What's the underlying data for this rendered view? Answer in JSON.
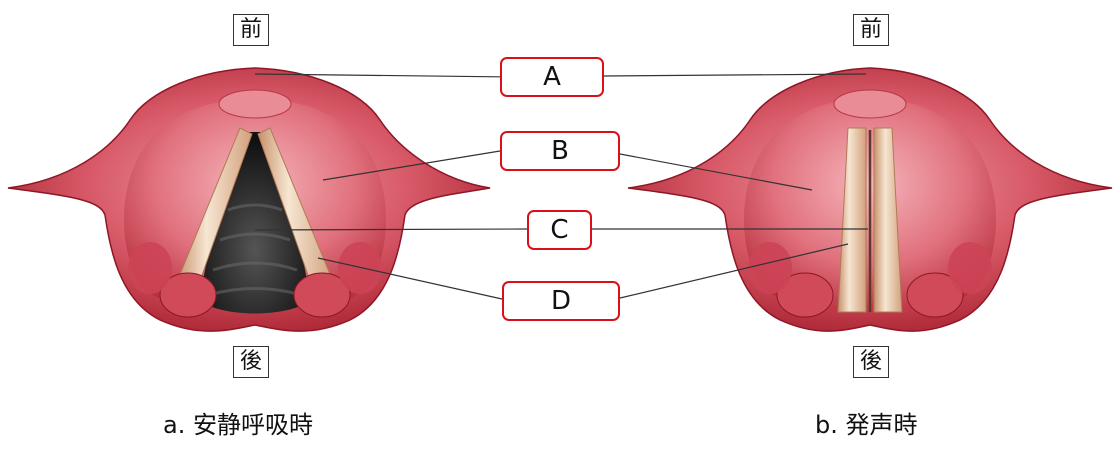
{
  "orientation": {
    "front": "前",
    "back": "後"
  },
  "labels": [
    "A",
    "B",
    "C",
    "D"
  ],
  "captions": {
    "left": "a. 安静呼吸時",
    "right": "b. 発声時"
  },
  "colors": {
    "tissue": "#c93a4a",
    "tissue_light": "#e27a86",
    "tissue_dark": "#9b1c2c",
    "cord": "#f1dcc6",
    "airway": "#2a2a2a",
    "label_border": "#d9101a",
    "leader_line": "#333333"
  }
}
